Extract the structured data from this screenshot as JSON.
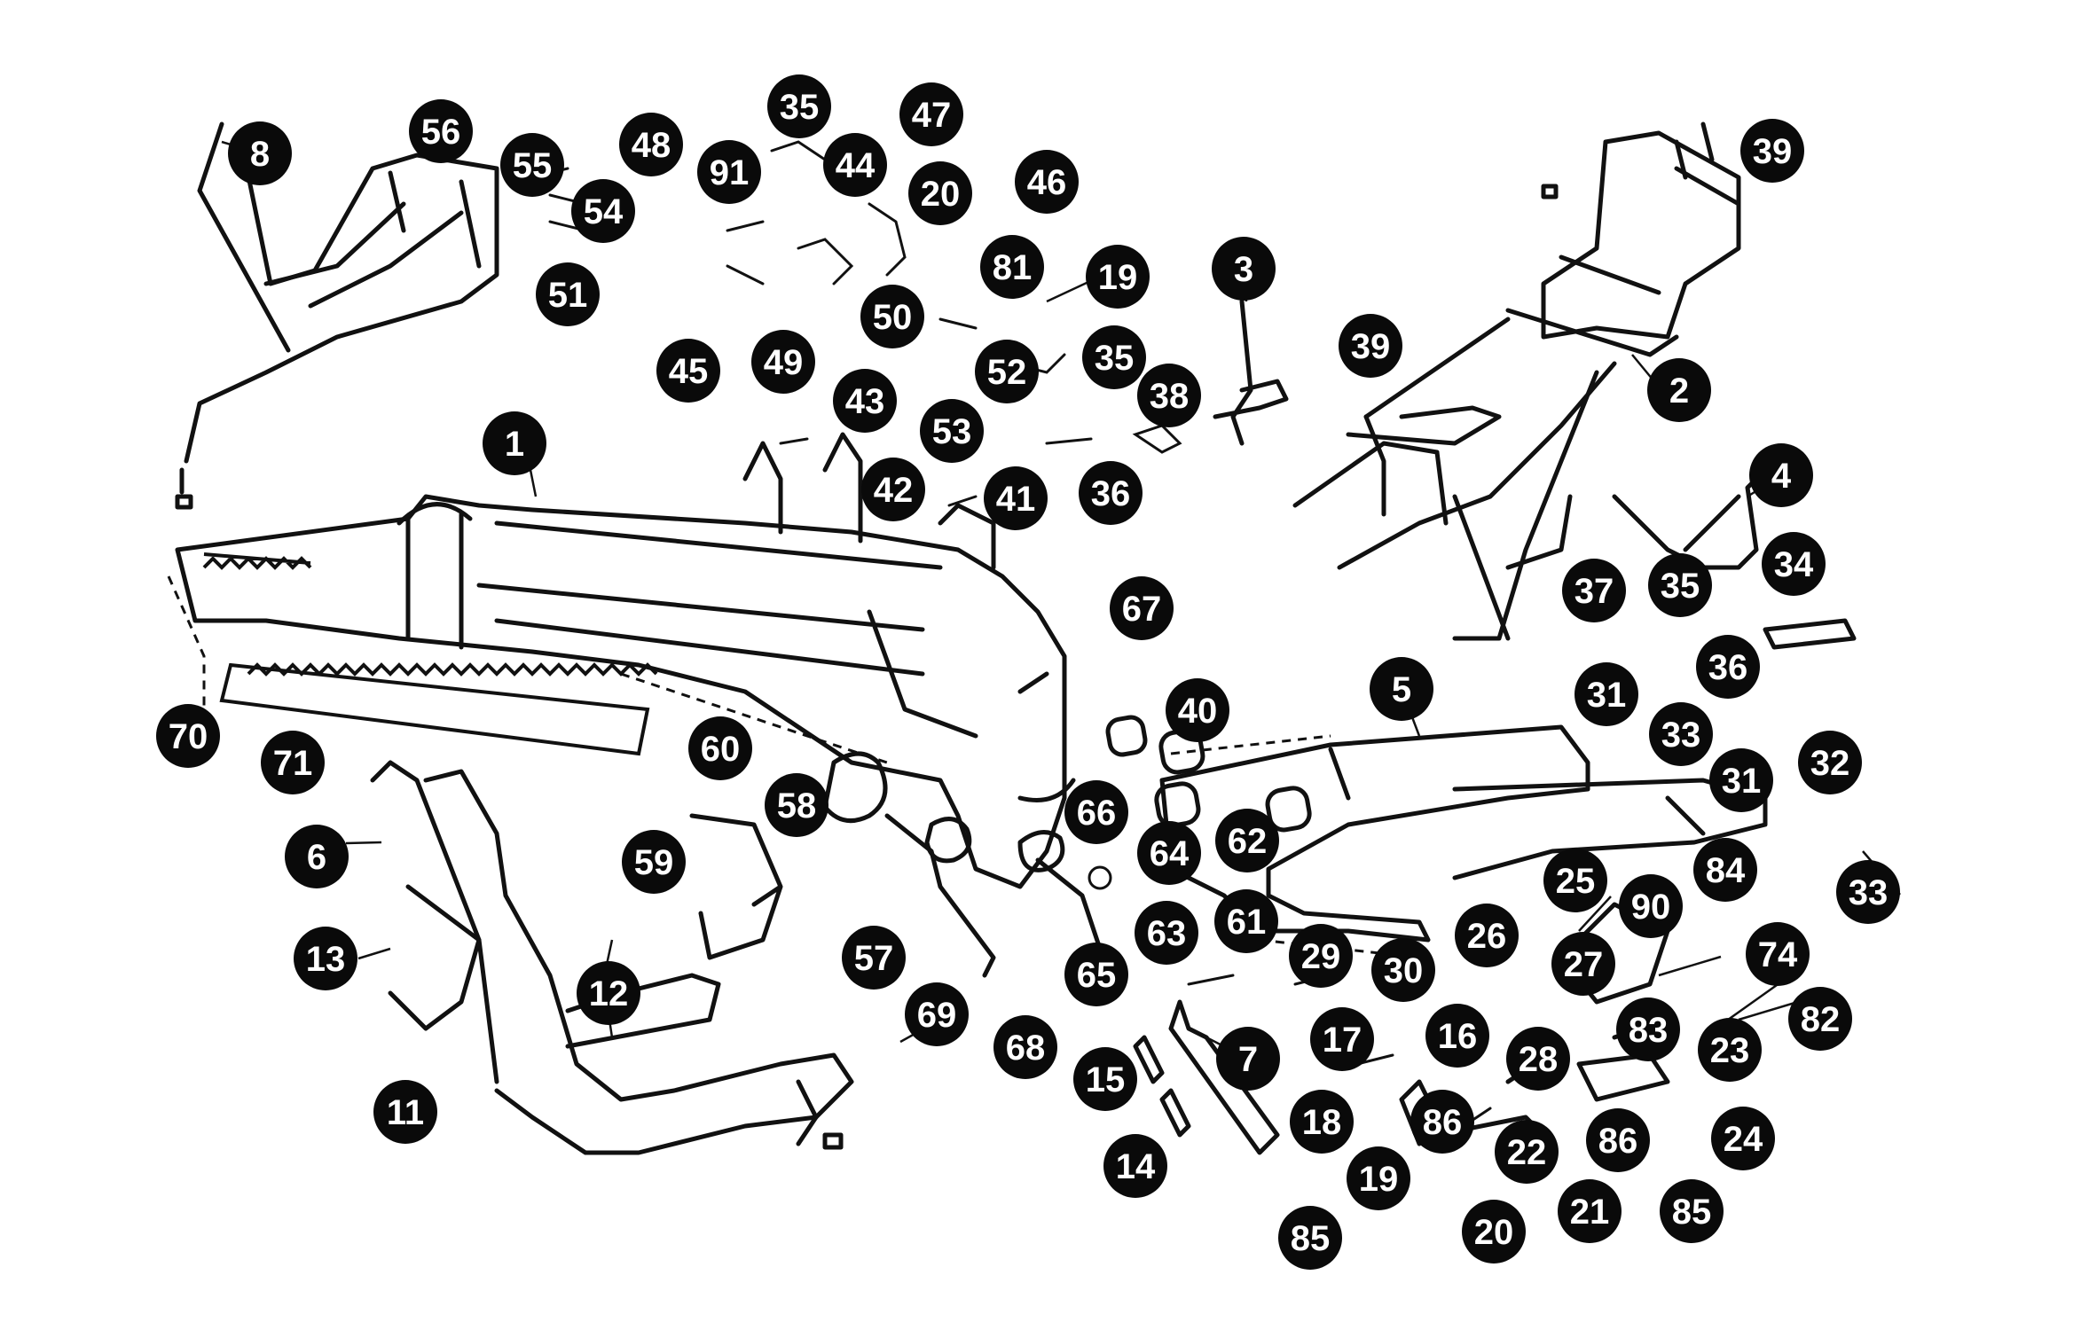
{
  "callouts": [
    "1",
    "2",
    "3",
    "4",
    "5",
    "6",
    "7",
    "8",
    "11",
    "12",
    "13",
    "14",
    "15",
    "16",
    "17",
    "18",
    "19",
    "19",
    "20",
    "20",
    "21",
    "22",
    "23",
    "24",
    "25",
    "26",
    "27",
    "28",
    "29",
    "30",
    "31",
    "31",
    "32",
    "33",
    "33",
    "34",
    "35",
    "35",
    "35",
    "36",
    "36",
    "37",
    "38",
    "39",
    "39",
    "40",
    "41",
    "42",
    "43",
    "44",
    "45",
    "46",
    "47",
    "48",
    "49",
    "50",
    "51",
    "52",
    "53",
    "54",
    "55",
    "56",
    "57",
    "58",
    "59",
    "60",
    "61",
    "62",
    "63",
    "64",
    "65",
    "66",
    "67",
    "68",
    "69",
    "70",
    "71",
    "74",
    "81",
    "82",
    "83",
    "84",
    "85",
    "85",
    "86",
    "86",
    "90",
    "91"
  ]
}
